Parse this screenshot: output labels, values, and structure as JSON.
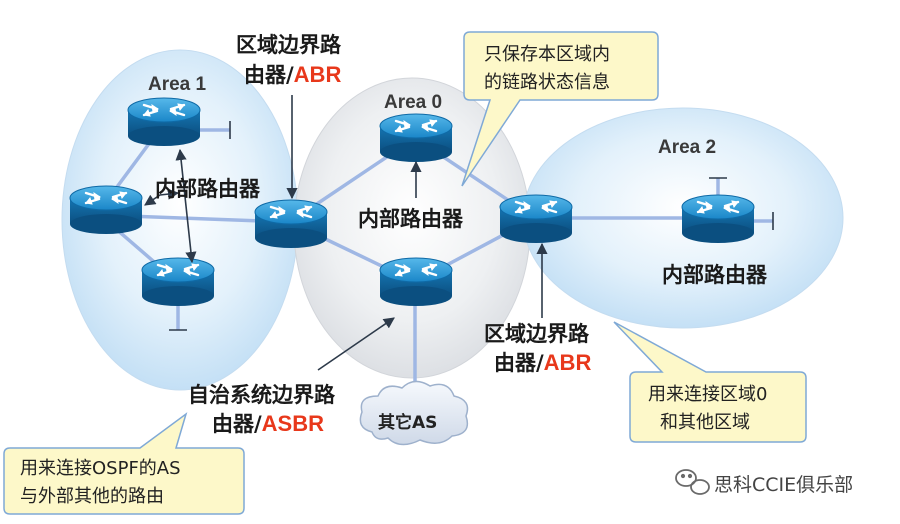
{
  "areas": [
    {
      "id": "area1",
      "title": "Area 1"
    },
    {
      "id": "area0",
      "title": "Area 0"
    },
    {
      "id": "area2",
      "title": "Area 2"
    }
  ],
  "labels": {
    "abr_top_line1": "区域边界路",
    "abr_top_line2_prefix": "由器/",
    "abr_top_line2_red": "ABR",
    "internal_area1": "内部路由器",
    "internal_area0": "内部路由器",
    "internal_area2": "内部路由器",
    "abr_bottom_line1": "区域边界路",
    "abr_bottom_line2_prefix": "由器/",
    "abr_bottom_line2_red": "ABR",
    "asbr_line1": "自治系统边界路",
    "asbr_line2_prefix": "由器/",
    "asbr_line2_red": "ASBR"
  },
  "callouts": {
    "area0_info_line1": "只保存本区域内",
    "area0_info_line2": "的链路状态信息",
    "abr_purpose_line1": "用来连接区域0",
    "abr_purpose_line2": "和其他区域",
    "asbr_purpose_line1": "用来连接OSPF的AS",
    "asbr_purpose_line2": "与外部其他的路由"
  },
  "cloud_label": "其它AS",
  "watermark": "思科CCIE俱乐部",
  "icons": {
    "router": "router-icon",
    "cloud": "cloud-icon",
    "watermark": "wechat-icon"
  },
  "colors": {
    "area_fill_blue": "#cde6f8",
    "area_fill_gray": "#e4e6ea",
    "router_blue": "#1f8ed0",
    "router_dark": "#0d5a8e",
    "link": "#9fb7e4",
    "callout_fill": "#fdf8c9",
    "callout_stroke": "#7fa9d6",
    "abr_red": "#e8381b"
  }
}
